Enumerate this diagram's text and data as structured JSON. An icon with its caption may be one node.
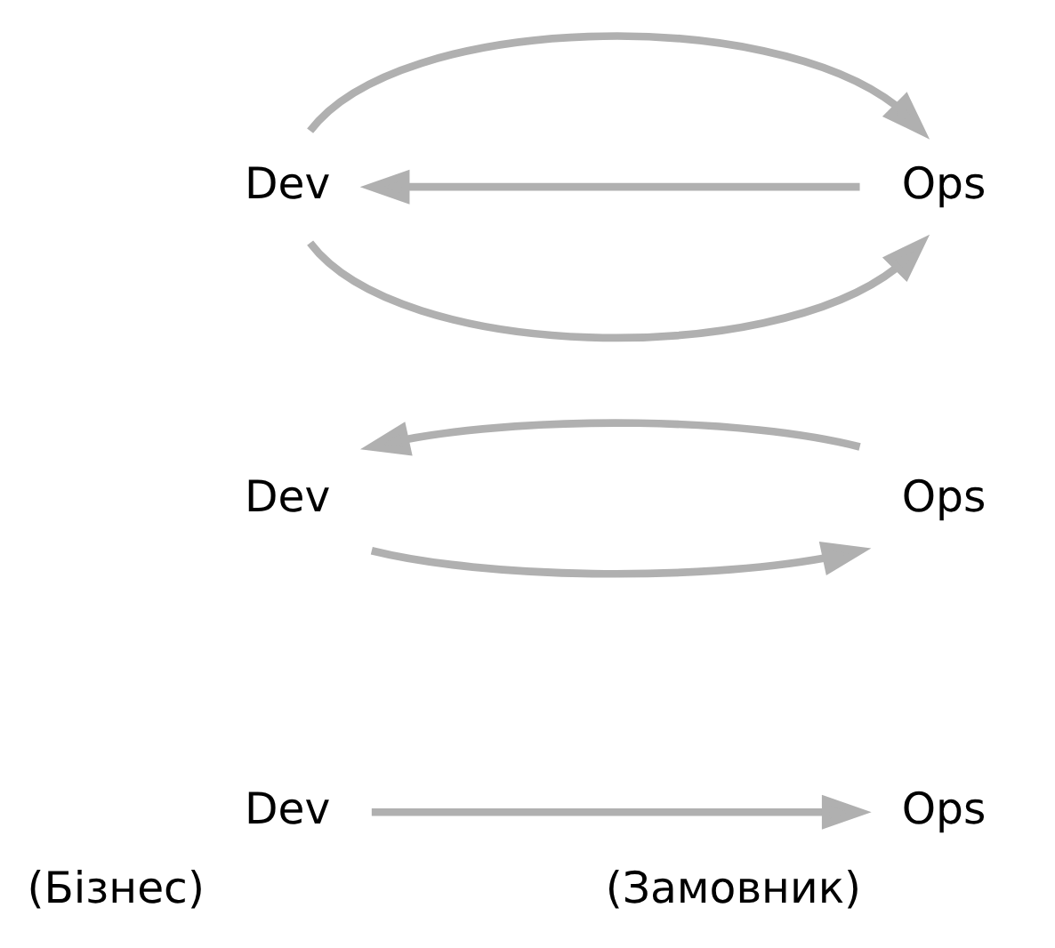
{
  "diagram": {
    "nodes": [
      {
        "text": [
          "Dev"
        ],
        "beside": [
          "(Бізнес)"
        ]
      },
      {
        "text": [
          "Ops"
        ],
        "beside": [
          "(Замовник)"
        ]
      },
      {
        "text": [
          "Dev"
        ]
      },
      {
        "text": [
          "Ops"
        ]
      },
      {
        "text": [
          "Dev"
        ]
      },
      {
        "text": [
          "Ops"
        ]
      }
    ],
    "edges": [
      {
        "from": 0,
        "to": 1,
        "arrow": "to"
      },
      {
        "from": 2,
        "to": 3,
        "arrow": "to"
      },
      {
        "from": 3,
        "to": 2,
        "arrow": "to"
      },
      {
        "from": 4,
        "to": 5,
        "arrow": "to"
      },
      {
        "from": 5,
        "to": 4,
        "arrow": "to"
      },
      {
        "from": 4,
        "to": 5,
        "arrow": "to"
      }
    ]
  }
}
